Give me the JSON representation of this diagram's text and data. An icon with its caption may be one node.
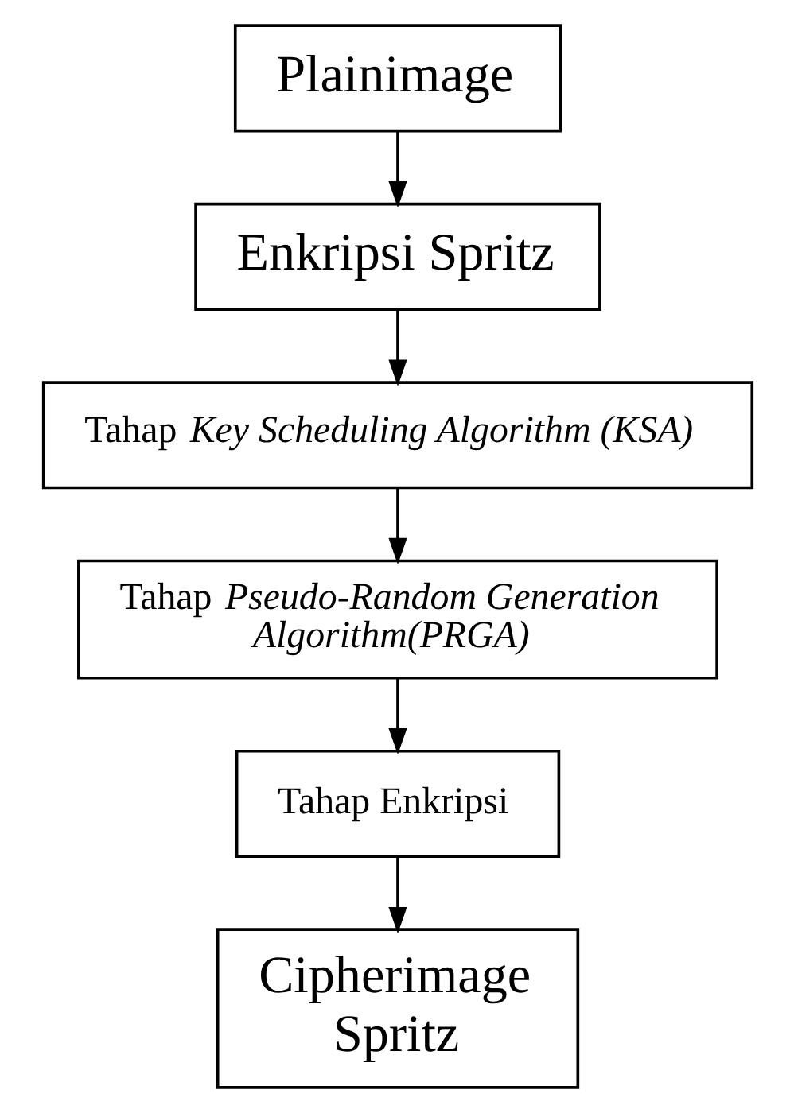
{
  "diagram": {
    "nodes": [
      {
        "text": [
          "Plainimage"
        ]
      },
      {
        "text": [
          "Enkripsi Spritz"
        ]
      },
      {
        "text": [
          "Tahap *Key Scheduling Algorithm (KSA)*"
        ]
      },
      {
        "text": [
          "Tahap *Pseudo-Random Generation Algorithm(PRGA)*"
        ]
      },
      {
        "text": [
          "Tahap Enkripsi"
        ]
      },
      {
        "text": [
          "Cipherimage Spritz"
        ]
      }
    ],
    "edges": [
      {
        "from": 0,
        "to": 1,
        "arrow": "to"
      },
      {
        "from": 1,
        "to": 2,
        "arrow": "to"
      },
      {
        "from": 2,
        "to": 3,
        "arrow": "to"
      },
      {
        "from": 3,
        "to": 4,
        "arrow": "to"
      },
      {
        "from": 4,
        "to": 5,
        "arrow": "to"
      }
    ]
  }
}
